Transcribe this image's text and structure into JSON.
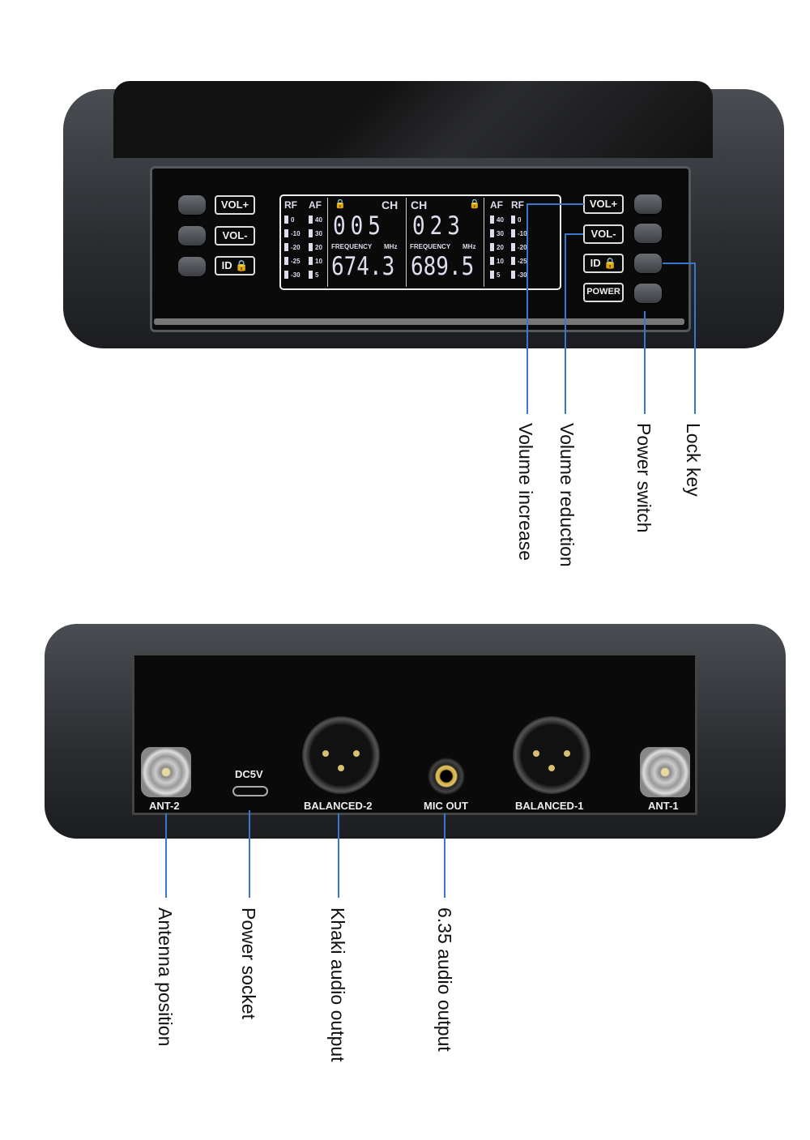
{
  "front_panel": {
    "left_buttons": [
      "VOL+",
      "VOL-",
      "ID 🔒"
    ],
    "right_buttons": [
      "VOL+",
      "VOL-",
      "ID 🔒",
      "POWER"
    ],
    "lcd": {
      "rf_label": "RF",
      "af_label": "AF",
      "ch_label": "CH",
      "freq_label": "FREQUENCY",
      "mhz_label": "MHz",
      "rf_scale": [
        "0",
        "-10",
        "-20",
        "-25",
        "-30"
      ],
      "af_scale": [
        "40",
        "30",
        "20",
        "10",
        "5"
      ],
      "ch1": "005",
      "freq1": "674.3",
      "ch2": "023",
      "freq2": "689.5"
    },
    "annotations": [
      "Volume increase",
      "Volume reduction",
      "Power switch",
      "Lock key"
    ]
  },
  "rear_panel": {
    "ports": [
      "ANT-2",
      "DC5V",
      "BALANCED-2",
      "MIC OUT",
      "BALANCED-1",
      "ANT-1"
    ],
    "annotations": [
      "Antenna position",
      "Power socket",
      "Khaki audio output",
      "6.35 audio output"
    ]
  },
  "colors": {
    "callout_line": "#3478d0"
  }
}
